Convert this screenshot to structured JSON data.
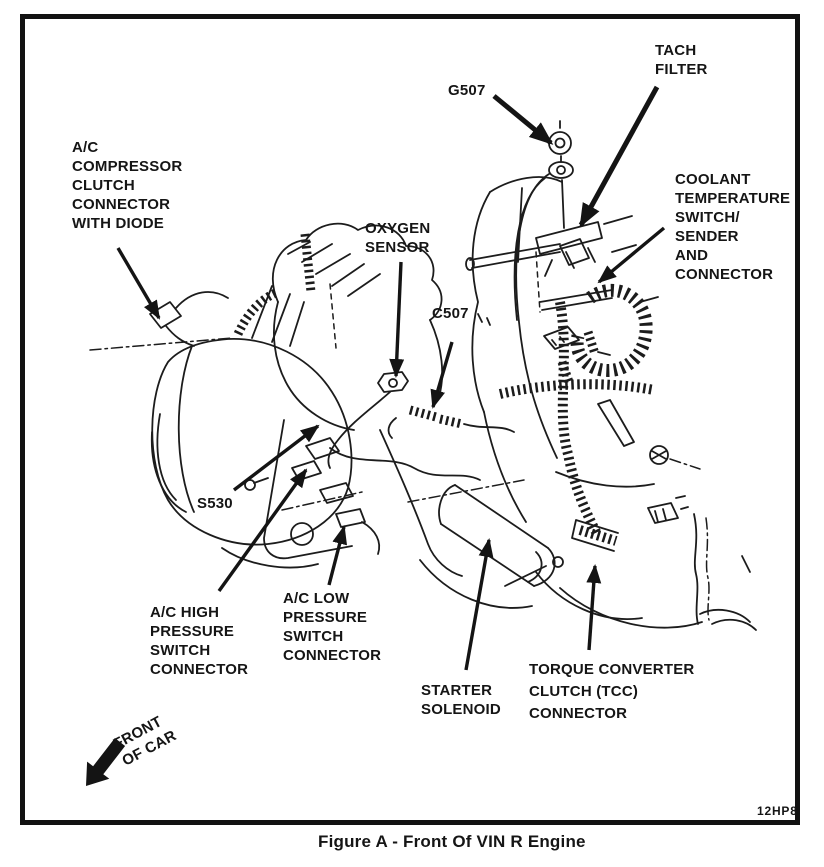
{
  "figure": {
    "caption": "Figure A - Front Of VIN R Engine",
    "plate_code": "12HP8"
  },
  "colors": {
    "ink": "#151515",
    "paper": "#ffffff"
  },
  "callouts": {
    "ac_compressor_clutch_connector": "A/C\nCOMPRESSOR\nCLUTCH\nCONNECTOR\nWITH DIODE",
    "g507": "G507",
    "tach_filter": "TACH\nFILTER",
    "coolant_temperature_switch": "COOLANT\nTEMPERATURE\nSWITCH/\nSENDER\nAND\nCONNECTOR",
    "oxygen_sensor": "OXYGEN\nSENSOR",
    "c507": "C507",
    "s530": "S530",
    "ac_high_pressure_switch_connector": "A/C HIGH\nPRESSURE\nSWITCH\nCONNECTOR",
    "ac_low_pressure_switch_connector": "A/C LOW\nPRESSURE\nSWITCH\nCONNECTOR",
    "starter_solenoid": "STARTER\nSOLENOID",
    "tcc_connector": "TORQUE CONVERTER\nCLUTCH (TCC)\nCONNECTOR",
    "front_of_car": "FRONT\nOF CAR"
  }
}
